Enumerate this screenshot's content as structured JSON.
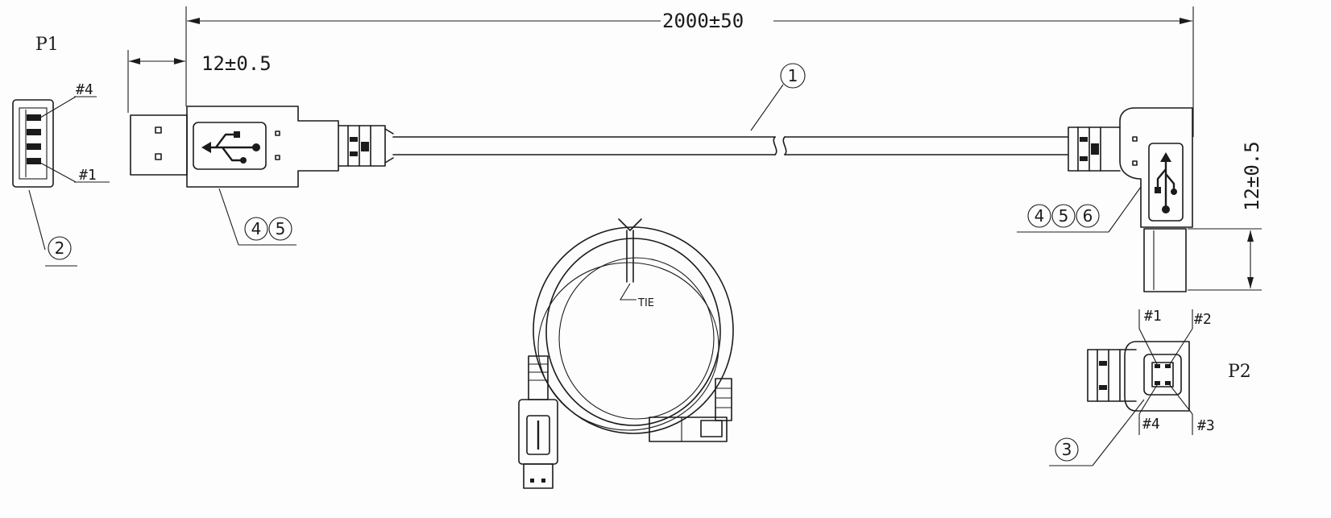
{
  "labels": {
    "p1": "P1",
    "p2": "P2",
    "length_dim": "2000±50",
    "plug_a_dim": "12±0.5",
    "plug_b_dim": "12±0.5",
    "tie": "TIE"
  },
  "pins": {
    "p1_top": "#4",
    "p1_bottom": "#1",
    "p2_tl": "#1",
    "p2_tr": "#2",
    "p2_bl": "#4",
    "p2_br": "#3"
  },
  "callouts": {
    "cable": "1",
    "p1_receptacle": "2",
    "p2_plug": "3",
    "a_end_1": "4",
    "a_end_2": "5",
    "b_end_1": "4",
    "b_end_2": "5",
    "b_end_3": "6"
  }
}
